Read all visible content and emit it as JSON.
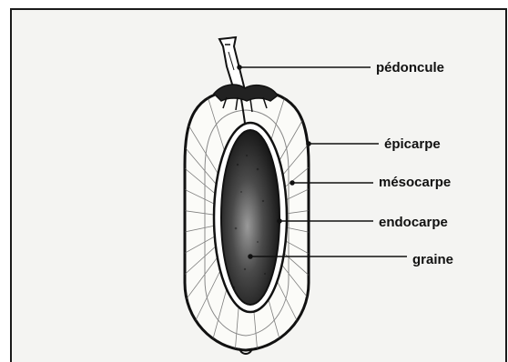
{
  "diagram": {
    "labels": {
      "peduncle": "pédoncule",
      "epicarp": "épicarpe",
      "mesocarp": "mésocarpe",
      "endocarp": "endocarpe",
      "seed": "graine"
    },
    "colors": {
      "background": "#f4f4f2",
      "ink": "#111111",
      "seed_fill": "#2b2b2b",
      "flesh": "#fbfbf8"
    }
  }
}
